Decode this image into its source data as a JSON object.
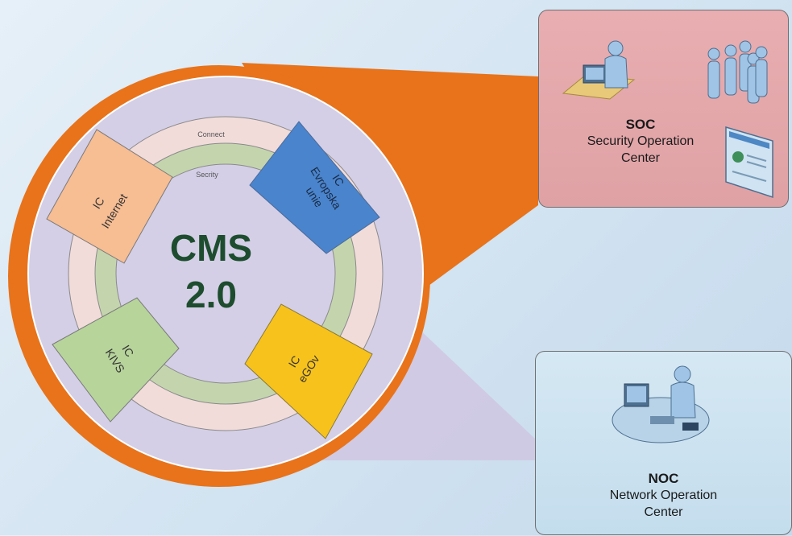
{
  "center": {
    "line1": "CMS",
    "line2": "2.0"
  },
  "rings": {
    "outer_label": "Connect",
    "inner_label": "Secrity"
  },
  "sectors": [
    {
      "id": "internet",
      "l1": "IC",
      "l2": "Internet",
      "color": "#f7bd93"
    },
    {
      "id": "evropska",
      "l1": "IC",
      "l2": "Evropska",
      "l3": "unie",
      "color": "#4a84cc"
    },
    {
      "id": "egov",
      "l1": "IC",
      "l2": "eGOv",
      "color": "#f7c21b"
    },
    {
      "id": "kivs",
      "l1": "IC",
      "l2": "KIVS",
      "color": "#b7d49b"
    }
  ],
  "soc": {
    "title": "SOC",
    "line1": "Security Operation",
    "line2": "Center"
  },
  "noc": {
    "title": "NOC",
    "line1": "Network Operation",
    "line2": "Center"
  },
  "colors": {
    "orange": "#e8731a",
    "lavender": "#d1cde3",
    "pink_band": "#f1dcda",
    "green_band": "#c4d5ae",
    "title_green": "#1d4d2e"
  }
}
